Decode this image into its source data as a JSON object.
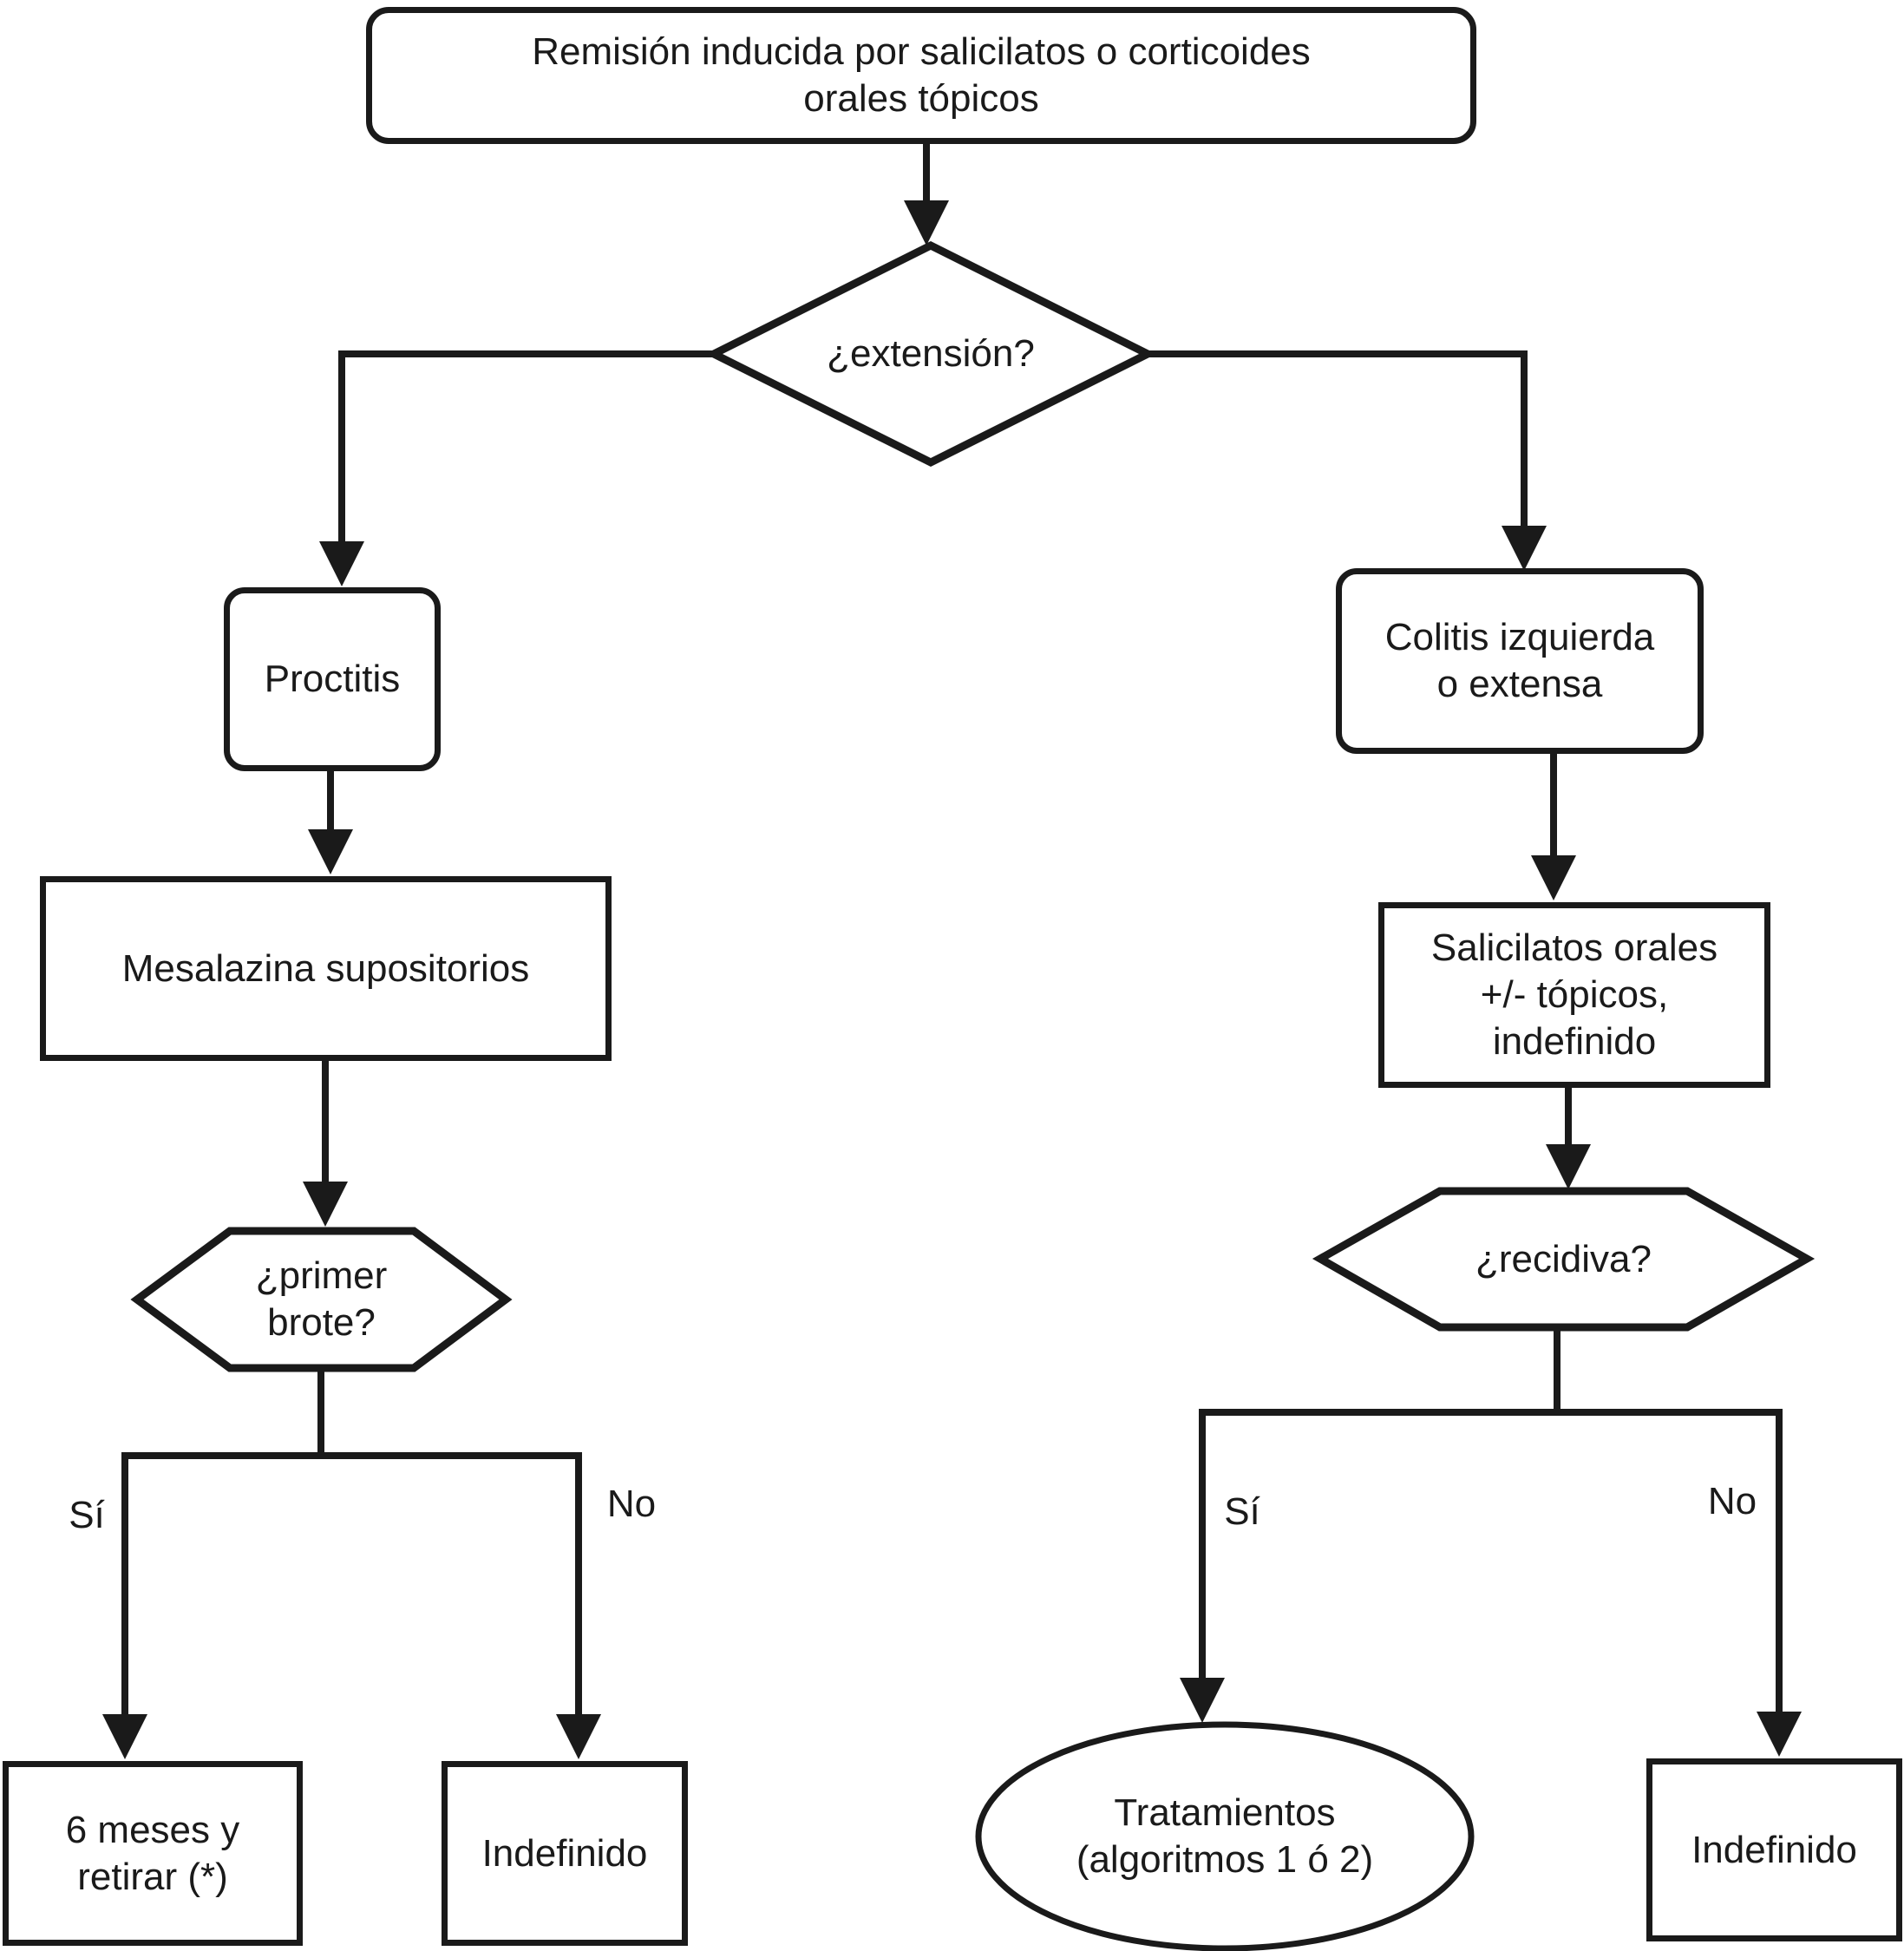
{
  "diagram": {
    "title_hint": "algoritmo de mantenimiento de remisión",
    "colors": {
      "line": "#1a1a1a",
      "background": "#ffffff",
      "fill": "#ffffff"
    },
    "nodes": {
      "start": {
        "shape": "rounded-rect",
        "lines": [
          "Remisión inducida por salicilatos o corticoides",
          "orales tópicos"
        ]
      },
      "extension_decision": {
        "shape": "diamond",
        "label": "¿extensión?"
      },
      "proctitis": {
        "shape": "rounded-rect",
        "label": "Proctitis"
      },
      "colitis": {
        "shape": "rounded-rect",
        "lines": [
          "Colitis izquierda",
          "o extensa"
        ]
      },
      "mesalazina": {
        "shape": "rect",
        "label": "Mesalazina supositorios"
      },
      "salicilatos": {
        "shape": "rect",
        "lines": [
          "Salicilatos orales",
          "+/- tópicos,",
          "indefinido"
        ]
      },
      "primer_brote_decision": {
        "shape": "hexagon",
        "lines": [
          "¿primer",
          "brote?"
        ]
      },
      "recidiva_decision": {
        "shape": "hexagon",
        "label": "¿recidiva?"
      },
      "seis_meses": {
        "shape": "rect",
        "lines": [
          "6 meses y",
          "retirar (*)"
        ]
      },
      "indefinido_left": {
        "shape": "rect",
        "label": "Indefinido"
      },
      "tratamientos": {
        "shape": "ellipse",
        "lines": [
          "Tratamientos",
          "(algoritmos 1 ó 2)"
        ]
      },
      "indefinido_right": {
        "shape": "rect",
        "label": "Indefinido"
      }
    },
    "edge_labels": {
      "primer_brote_si": "Sí",
      "primer_brote_no": "No",
      "recidiva_si": "Sí",
      "recidiva_no": "No"
    }
  }
}
